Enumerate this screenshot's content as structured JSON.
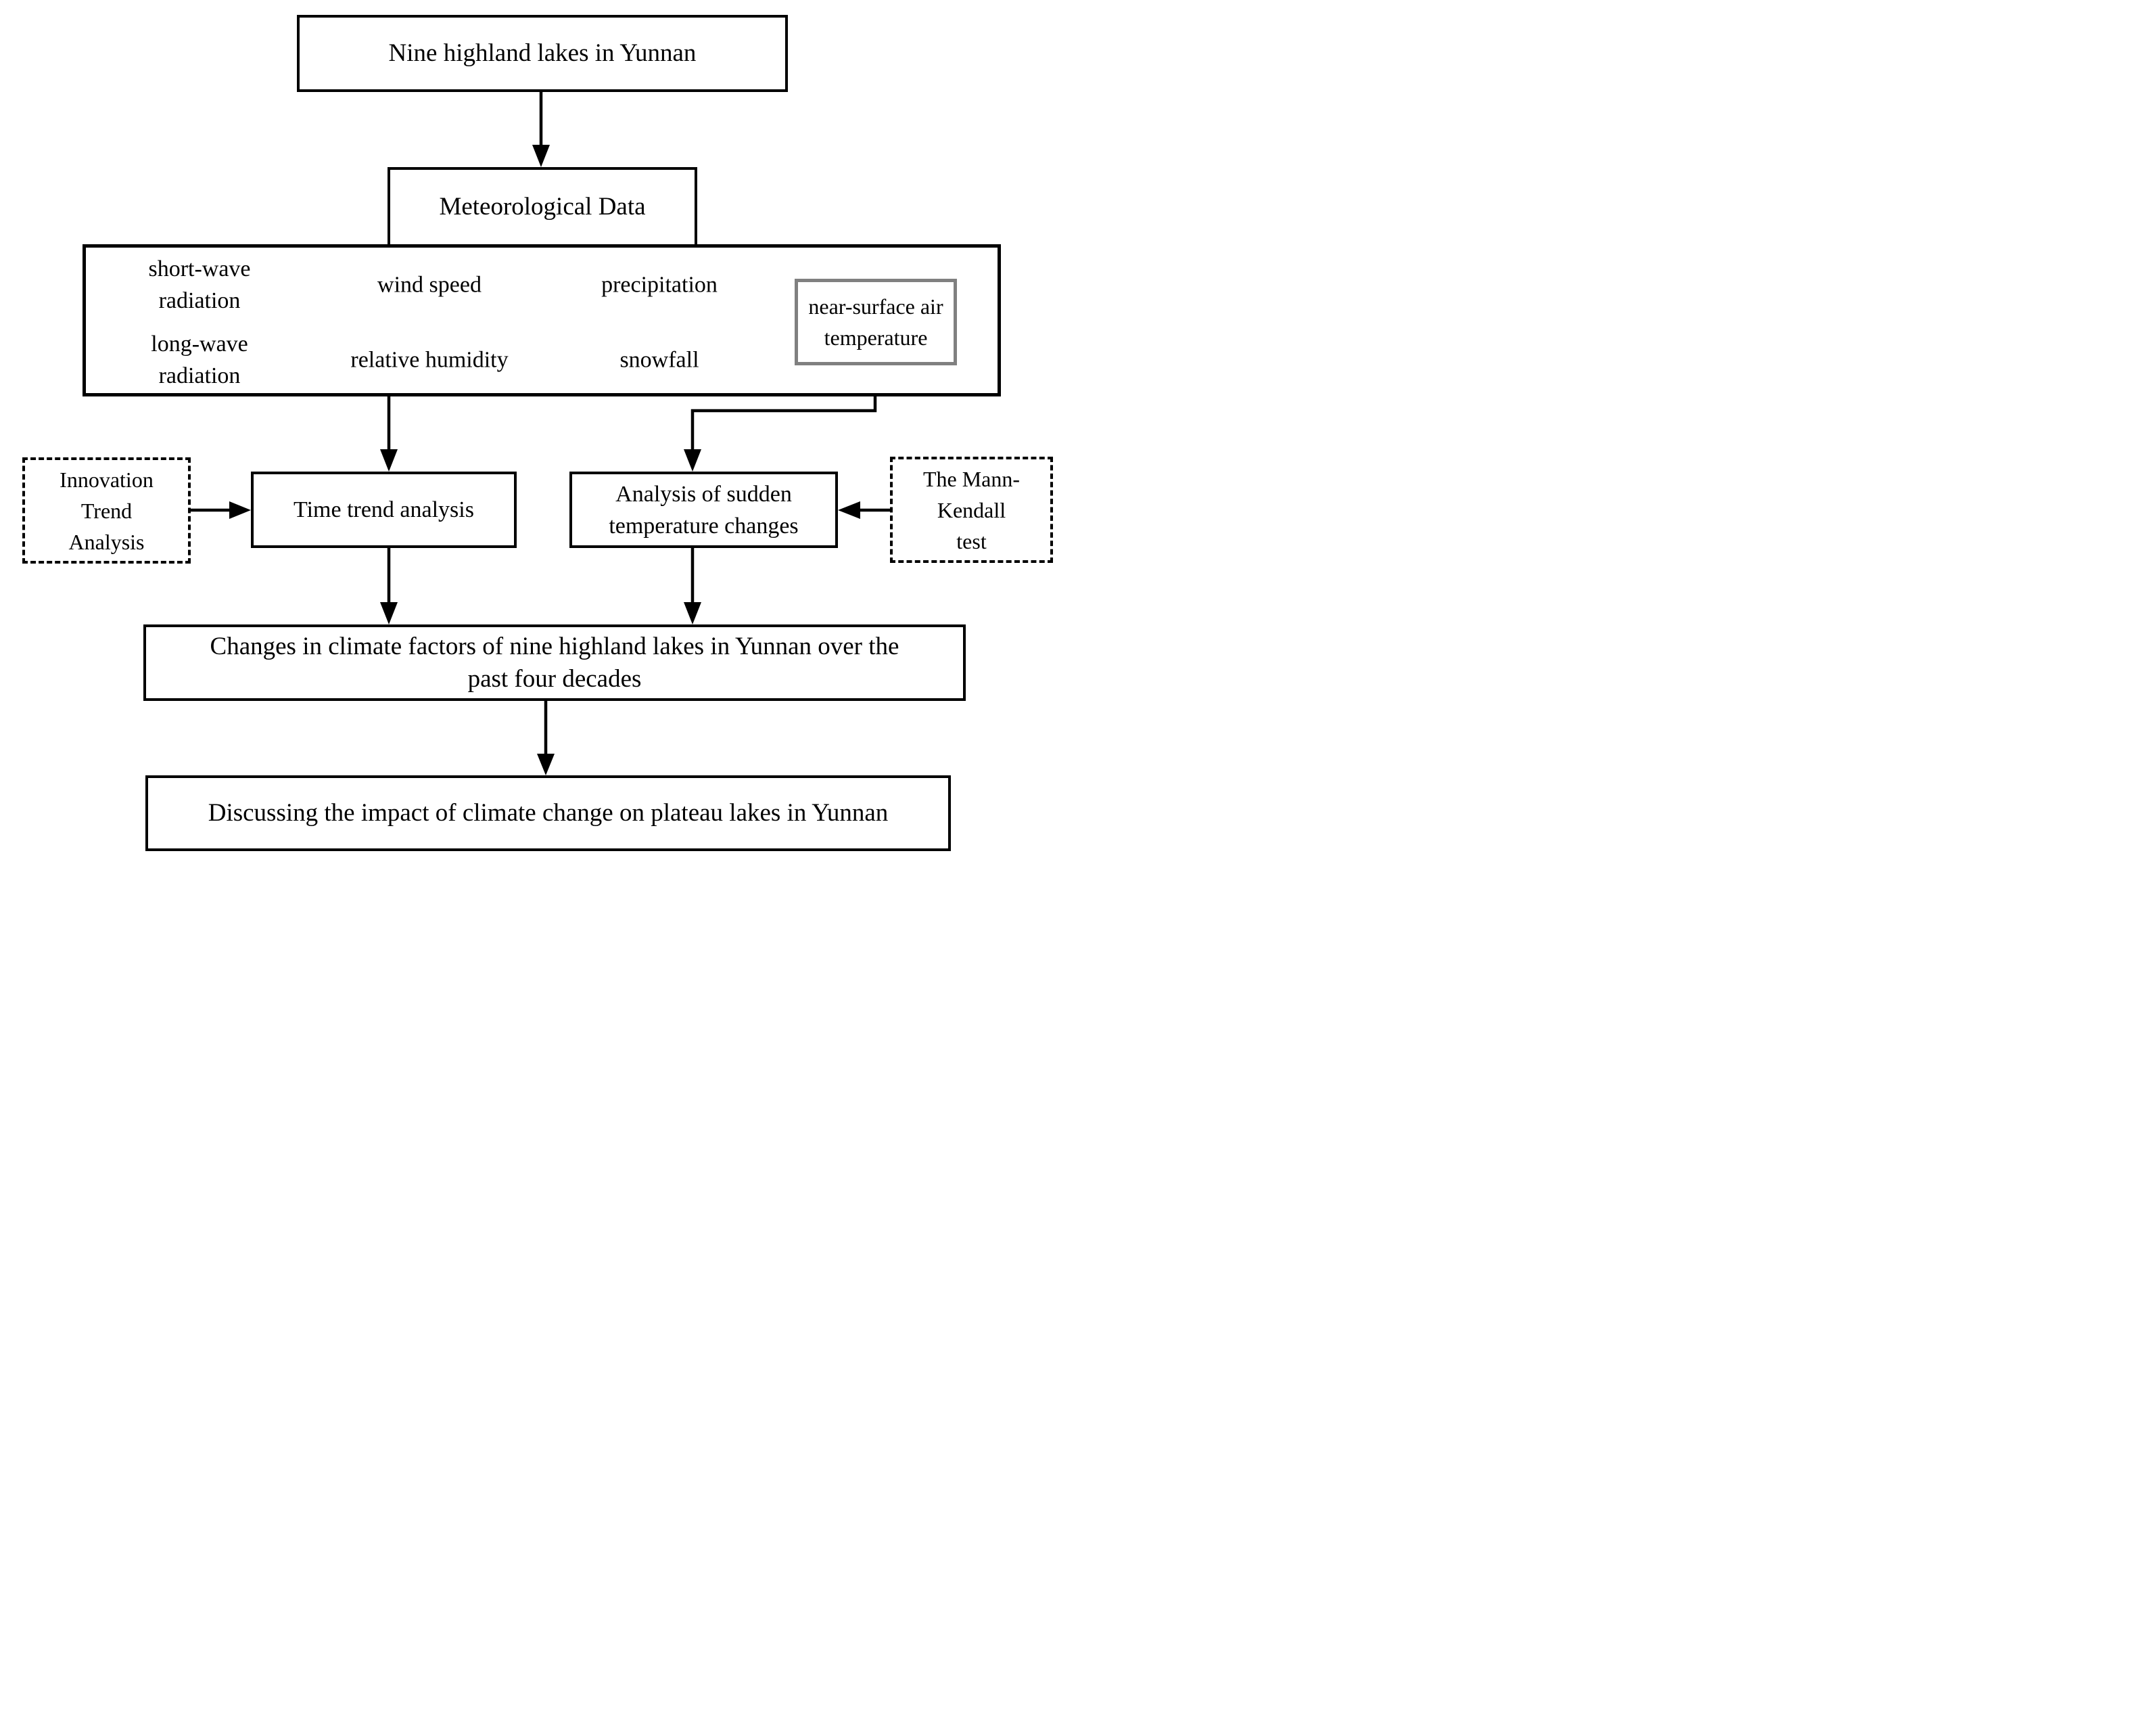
{
  "diagram_type": "research-methodology-flowchart",
  "nodes": {
    "source": "Nine highland lakes in Yunnan",
    "met_data": "Meteorological Data",
    "variables": {
      "short_wave_l1": "short-wave",
      "short_wave_l2": "radiation",
      "wind_speed": "wind speed",
      "precipitation": "precipitation",
      "long_wave_l1": "long-wave",
      "long_wave_l2": "radiation",
      "relative_humidity": "relative humidity",
      "snowfall": "snowfall",
      "near_surface_l1": "near-surface air",
      "near_surface_l2": "temperature"
    },
    "time_trend": "Time trend analysis",
    "sudden_l1": "Analysis of sudden",
    "sudden_l2": "temperature changes",
    "innovation_l1": "Innovation",
    "innovation_l2": "Trend",
    "innovation_l3": "Analysis",
    "mann_kendall_l1": "The Mann-",
    "mann_kendall_l2": "Kendall",
    "mann_kendall_l3": "test",
    "changes_l1": "Changes in climate factors of nine highland lakes in Yunnan over the",
    "changes_l2": "past four decades",
    "discussing": "Discussing the impact of climate change on plateau lakes in Yunnan"
  },
  "colors": {
    "border": "#000000",
    "highlight_border": "#808080",
    "background": "#ffffff",
    "text": "#000000"
  }
}
